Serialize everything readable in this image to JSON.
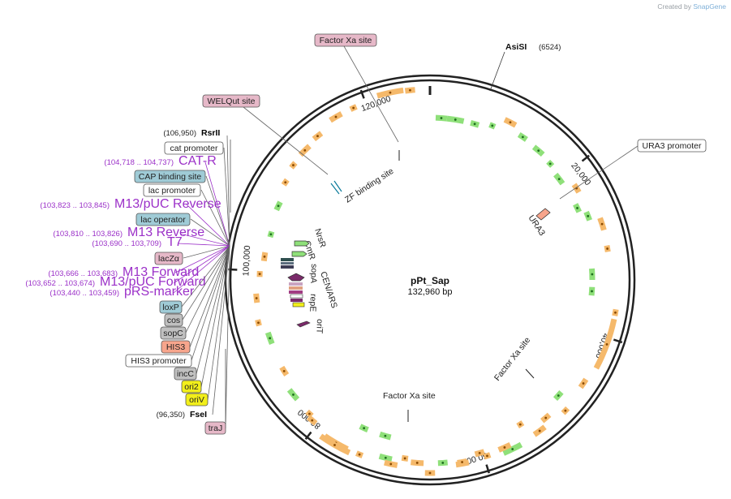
{
  "credit": {
    "prefix": "Created by",
    "brand": "SnapGene"
  },
  "plasmid": {
    "name": "pPt_Sap",
    "size": "132,960 bp"
  },
  "ruler": [
    {
      "label": "120,000",
      "angle": -20
    },
    {
      "label": "20,000",
      "angle": 52
    },
    {
      "label": "40,000",
      "angle": 108
    },
    {
      "label": "60,000",
      "angle": 163
    },
    {
      "label": "80,000",
      "angle": 218
    },
    {
      "label": "100,000",
      "angle": 273
    }
  ],
  "top_labels": {
    "factor_xa_top": "Factor Xa site",
    "asisi": "AsiSI",
    "asisi_pos": "(6524)",
    "welqut": "WELQut site",
    "ura3_promoter": "URA3 promoter"
  },
  "left_labels": [
    {
      "text": "(106,950)",
      "kind": "coord"
    },
    {
      "text": "RsrII",
      "kind": "bold"
    },
    {
      "text": "cat promoter",
      "kind": "white"
    },
    {
      "text": "(104,718 .. 104,737)",
      "kind": "magcoord"
    },
    {
      "text": "CAT-R",
      "kind": "mag"
    },
    {
      "text": "CAP binding site",
      "kind": "blue"
    },
    {
      "text": "lac promoter",
      "kind": "white"
    },
    {
      "text": "(103,823 .. 103,845)",
      "kind": "magcoord"
    },
    {
      "text": "M13/pUC Reverse",
      "kind": "mag"
    },
    {
      "text": "lac operator",
      "kind": "blue"
    },
    {
      "text": "(103,810 .. 103,826)",
      "kind": "magcoord"
    },
    {
      "text": "M13 Reverse",
      "kind": "mag"
    },
    {
      "text": "(103,690 .. 103,709)",
      "kind": "magcoord"
    },
    {
      "text": "T7",
      "kind": "mag"
    },
    {
      "text": "lacZα",
      "kind": "pink"
    },
    {
      "text": "(103,666 .. 103,683)",
      "kind": "magcoord"
    },
    {
      "text": "M13 Forward",
      "kind": "mag"
    },
    {
      "text": "(103,652 .. 103,674)",
      "kind": "magcoord"
    },
    {
      "text": "M13/pUC Forward",
      "kind": "mag"
    },
    {
      "text": "(103,440 .. 103,459)",
      "kind": "magcoord"
    },
    {
      "text": "pRS-marker",
      "kind": "mag"
    },
    {
      "text": "loxP",
      "kind": "blue"
    },
    {
      "text": "cos",
      "kind": "gray"
    },
    {
      "text": "sopC",
      "kind": "gray"
    },
    {
      "text": "HIS3",
      "kind": "salmon"
    },
    {
      "text": "HIS3 promoter",
      "kind": "white"
    },
    {
      "text": "incC",
      "kind": "gray"
    },
    {
      "text": "ori2",
      "kind": "yellow"
    },
    {
      "text": "oriV",
      "kind": "yellow"
    },
    {
      "text": "(96,350)",
      "kind": "coord"
    },
    {
      "text": "FseI",
      "kind": "bold"
    },
    {
      "text": "traJ",
      "kind": "pink"
    }
  ],
  "inner_labels": {
    "zf_binding": "ZF binding site",
    "nrsr": "NrsR",
    "cmr": "CmR",
    "sopa": "sopA",
    "cen_ars": "CEN/ARS",
    "repe": "repE",
    "orit": "oriT",
    "ura3": "URA3",
    "factor_xa_right": "Factor Xa site",
    "factor_xa_bottom": "Factor Xa site"
  },
  "colors": {
    "orange_feature": "#f5b96b",
    "green_feature": "#8fe07a",
    "magenta_primer": "#9b30c8",
    "pink_pill": "#e6b8c8",
    "blue_pill": "#9fcbd6",
    "gray_pill": "#c0c0c0",
    "salmon_pill": "#f7a58c",
    "yellow_pill": "#f2ef1a"
  }
}
